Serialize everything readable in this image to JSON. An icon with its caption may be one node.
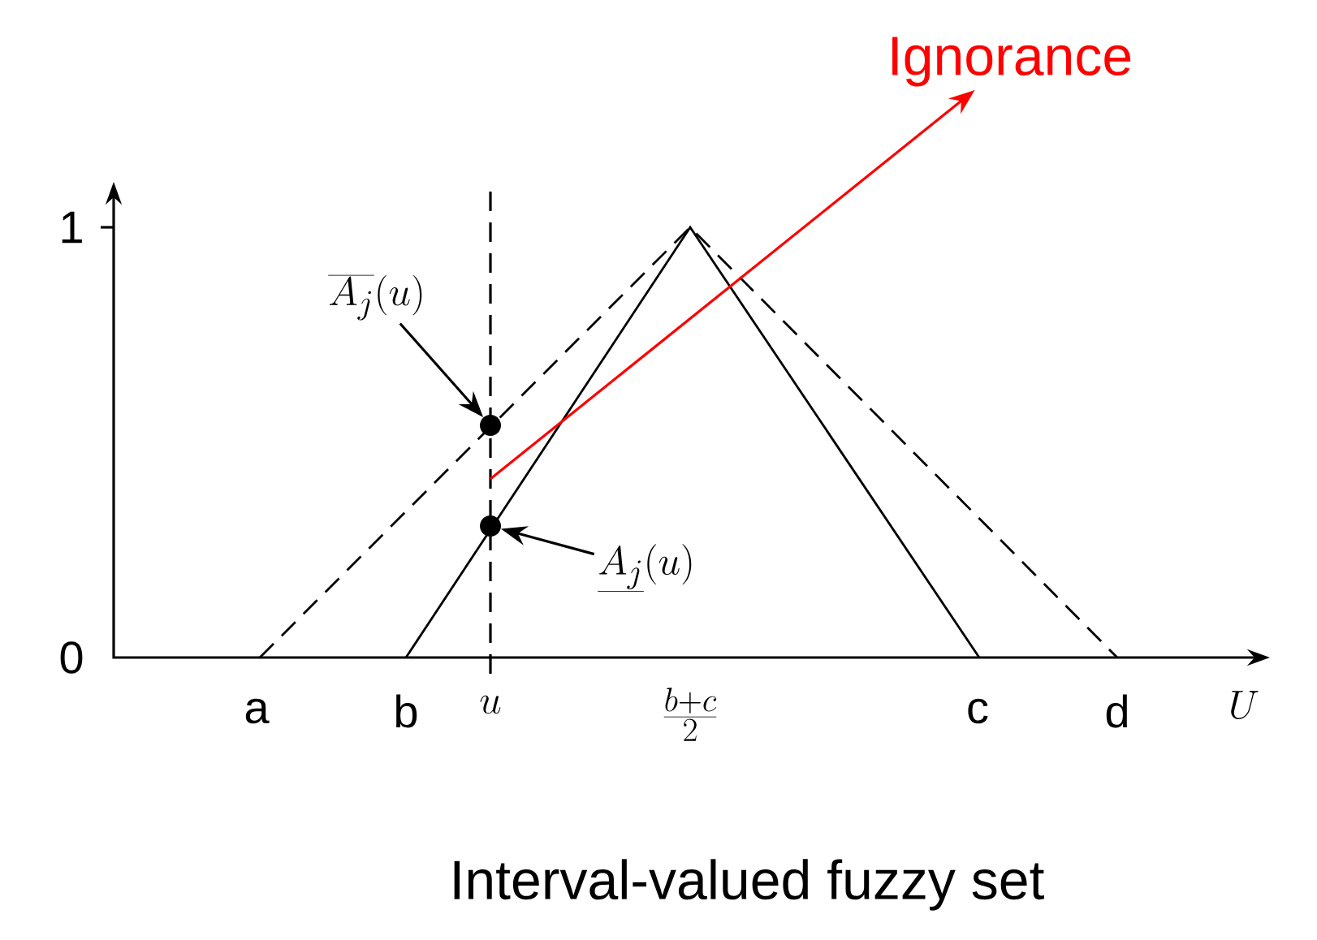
{
  "diagram": {
    "caption": "Interval-valued fuzzy set",
    "nodes": [
      {
        "text": [
          "Ignorance"
        ]
      },
      {
        "text": [
          "\\overline{A_j}(u)"
        ]
      },
      {
        "text": [],
        "shape": "circle"
      },
      {
        "text": [],
        "shape": "circle"
      },
      {
        "text": [
          "\\underline{A_j}(u)"
        ]
      }
    ],
    "edges": [
      {
        "from": null,
        "to": 0,
        "arrow": "to",
        "color": "#ff0000"
      },
      {
        "from": 1,
        "to": 2,
        "arrow": "to"
      },
      {
        "from": 4,
        "to": 3,
        "arrow": "to"
      }
    ],
    "labels": [
      "1",
      "0",
      "a",
      "b",
      "u",
      "\\frac{b+c}{2}",
      "c",
      "d",
      "U"
    ]
  }
}
